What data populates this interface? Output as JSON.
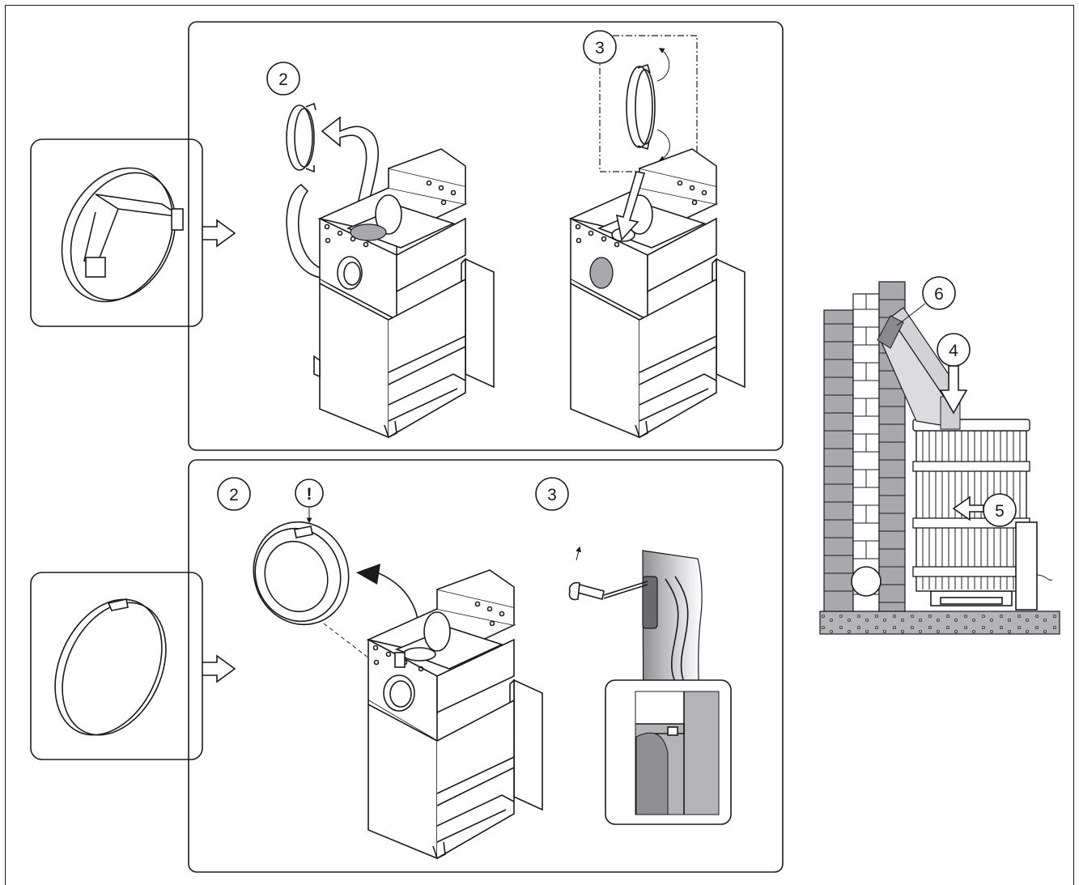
{
  "callouts": {
    "top_step_a": "2",
    "top_step_b": "3",
    "bottom_step_a": "2",
    "bottom_step_b": "3",
    "warning": "!",
    "side_6": "6",
    "side_4": "4",
    "side_5": "5"
  },
  "colors": {
    "line": "#1a1a1a",
    "gray": "#a9a9ad",
    "light_gray": "#d2d2d6",
    "background": "#ffffff"
  }
}
